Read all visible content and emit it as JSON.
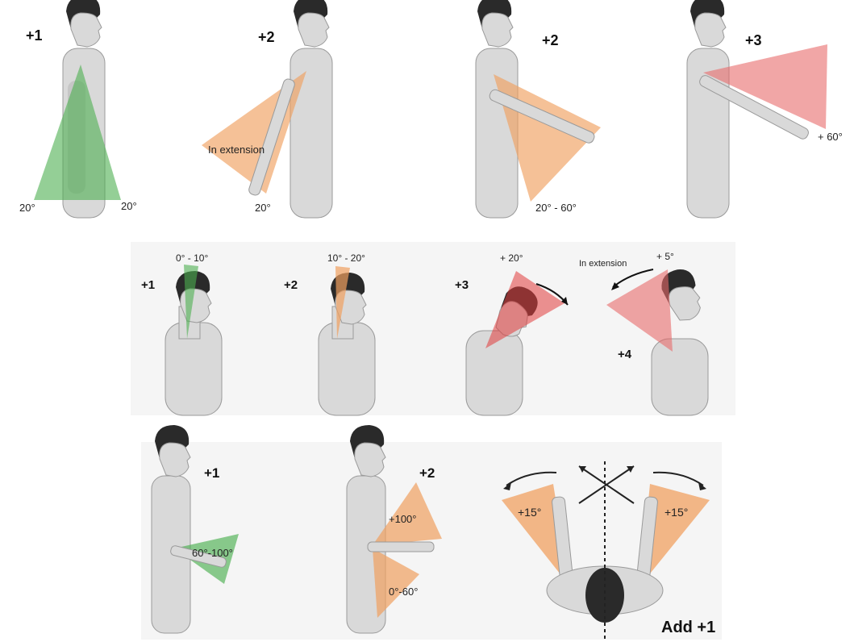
{
  "upper_arm": [
    {
      "score": "+1",
      "labels": [
        "20°",
        "20°"
      ],
      "color": "#4caf50"
    },
    {
      "score": "+2",
      "labels": [
        "In extension",
        "20°"
      ],
      "color": "#f0a060"
    },
    {
      "score": "+2",
      "labels": [
        "20° - 60°"
      ],
      "color": "#f0a060"
    },
    {
      "score": "+3",
      "labels": [
        "+ 60°"
      ],
      "color": "#e86a6a"
    }
  ],
  "neck": [
    {
      "score": "+1",
      "labels": [
        "0° - 10°"
      ],
      "color": "#4caf50"
    },
    {
      "score": "+2",
      "labels": [
        "10° - 20°"
      ],
      "color": "#f0a060"
    },
    {
      "score": "+3",
      "labels": [
        "+ 20°"
      ],
      "color": "#e03a3a"
    },
    {
      "score": "+4",
      "labels": [
        "In extension",
        "+ 5°"
      ],
      "color": "#e86a6a"
    }
  ],
  "lower_arm": [
    {
      "score": "+1",
      "labels": [
        "60°-100°"
      ],
      "color": "#4caf50"
    },
    {
      "score": "+2",
      "labels": [
        "+100°",
        "0°-60°"
      ],
      "color": "#f0a060"
    },
    {
      "score": "Add +1",
      "labels": [
        "+15°",
        "+15°"
      ],
      "color": "#f0a060"
    }
  ]
}
